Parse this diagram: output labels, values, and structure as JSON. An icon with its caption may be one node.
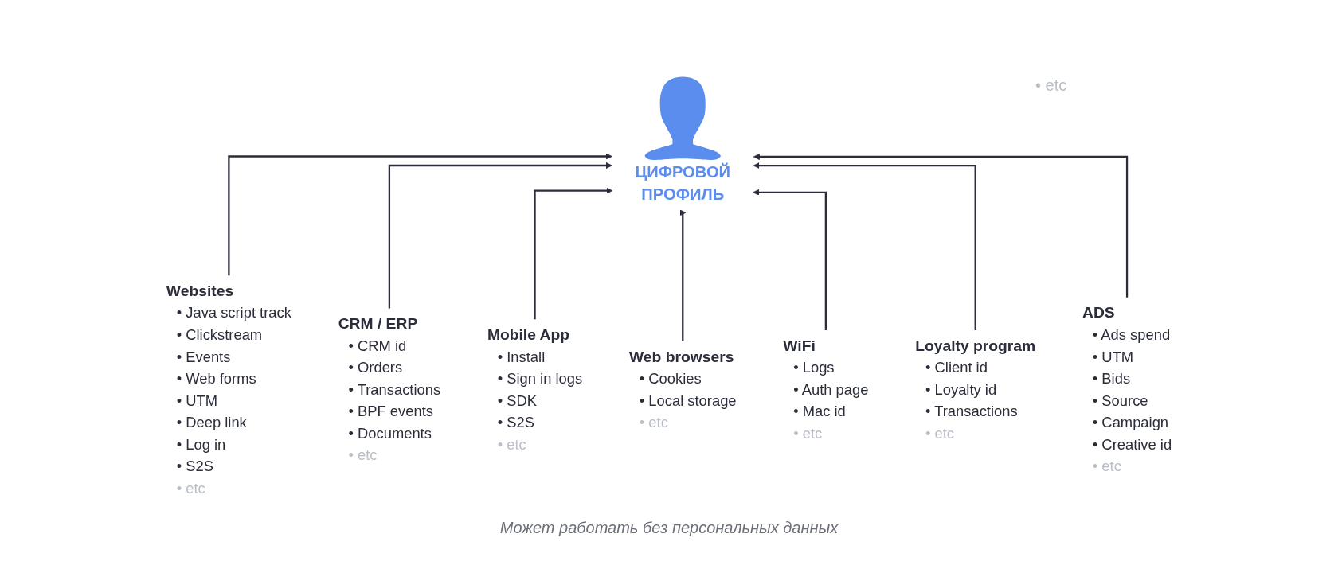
{
  "diagram": {
    "caption": "Может работать без персональных данных",
    "nodes": [
      {
        "text": [
          "ЦИФРОВОЙ ПРОФИЛЬ"
        ]
      },
      {
        "text": [
          "Websites",
          "• Java script track",
          "• Clickstream",
          "• Events",
          "• Web forms",
          "• UTM",
          "• Deep link",
          "• Log in",
          "• S2S",
          "• etc"
        ]
      },
      {
        "text": [
          "CRM / ERP",
          "• CRM id",
          "• Orders",
          "• Transactions",
          "• BPF events",
          "• Documents",
          "• etc"
        ]
      },
      {
        "text": [
          "Mobile App",
          "• Install",
          "• Sign in logs",
          "• SDK",
          "• S2S",
          "• etc"
        ]
      },
      {
        "text": [
          "Web browsers",
          "• Cookies",
          "• Local storage",
          "• etc"
        ]
      },
      {
        "text": [
          "WiFi",
          "• Logs",
          "• Auth page",
          "• Mac id",
          "• etc"
        ]
      },
      {
        "text": [
          "Loyalty program",
          "• Client id",
          "• Loyalty id",
          "• Transactions",
          "• etc"
        ]
      },
      {
        "text": [
          "ADS",
          "• Ads spend",
          "• UTM",
          "• Bids",
          "• Source",
          "• Campaign",
          "• Creative id",
          "• etc"
        ]
      }
    ],
    "edges": [
      {
        "from": 1,
        "to": 0,
        "arrow": "to"
      },
      {
        "from": 2,
        "to": 0,
        "arrow": "to"
      },
      {
        "from": 3,
        "to": 0,
        "arrow": "to"
      },
      {
        "from": 4,
        "to": 0,
        "arrow": "to"
      },
      {
        "from": 5,
        "to": 0,
        "arrow": "to"
      },
      {
        "from": 6,
        "to": 0,
        "arrow": "to"
      },
      {
        "from": 7,
        "to": 0,
        "arrow": "to"
      }
    ],
    "labels": [
      "• etc"
    ]
  }
}
